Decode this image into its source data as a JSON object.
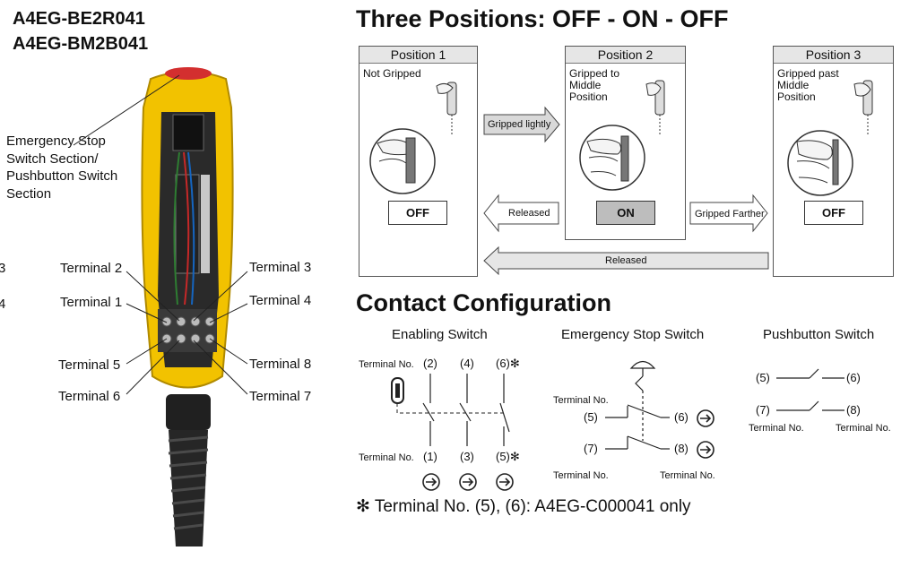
{
  "models": [
    "A4EG-BE2R041",
    "A4EG-BM2B041"
  ],
  "cropped_left_labels": [
    "3",
    "4"
  ],
  "section_label": "Emergency Stop\nSwitch Section/\nPushbutton Switch\nSection",
  "terminals": {
    "t1": "Terminal 1",
    "t2": "Terminal 2",
    "t3": "Terminal 3",
    "t4": "Terminal 4",
    "t5": "Terminal 5",
    "t6": "Terminal 6",
    "t7": "Terminal 7",
    "t8": "Terminal 8"
  },
  "three_positions": {
    "heading": "Three Positions: OFF - ON - OFF",
    "positions": [
      {
        "title": "Position 1",
        "desc": "Not Gripped",
        "state": "OFF"
      },
      {
        "title": "Position 2",
        "desc": "Gripped to\nMiddle\nPosition",
        "state": "ON"
      },
      {
        "title": "Position 3",
        "desc": "Gripped past\nMiddle\nPosition",
        "state": "OFF"
      }
    ],
    "arrows": {
      "gripped_lightly": "Gripped lightly",
      "released_1": "Released",
      "gripped_farther": "Gripped Farther",
      "released_2": "Released"
    }
  },
  "contact_config": {
    "heading": "Contact Configuration",
    "enabling": {
      "title": "Enabling Switch",
      "terminal_no": "Terminal No.",
      "top": [
        "(2)",
        "(4)",
        "(6)✻"
      ],
      "bottom": [
        "(1)",
        "(3)",
        "(5)✻"
      ]
    },
    "estop": {
      "title": "Emergency Stop Switch",
      "terminal_no": "Terminal No.",
      "t5": "(5)",
      "t6": "(6)",
      "t7": "(7)",
      "t8": "(8)"
    },
    "pushbutton": {
      "title": "Pushbutton Switch",
      "terminal_no": "Terminal No.",
      "t5": "(5)",
      "t6": "(6)",
      "t7": "(7)",
      "t8": "(8)"
    }
  },
  "footnote": "✻ Terminal No. (5), (6): A4EG-C000041 only",
  "colors": {
    "housing": "#f2c200",
    "estop": "#d32f2f",
    "boot": "#1e1e1e",
    "on_fill": "#bdbdbd",
    "arrow_fill": "#d9d9d9"
  }
}
